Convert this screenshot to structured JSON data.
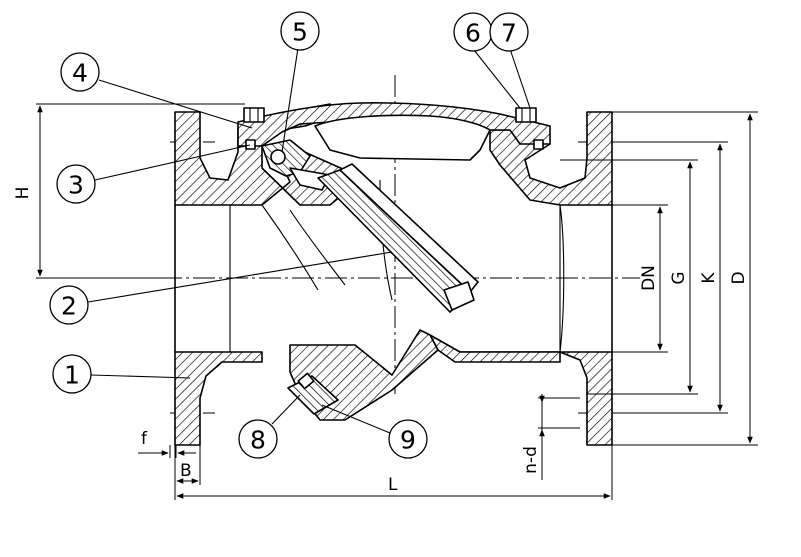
{
  "callouts": [
    "1",
    "2",
    "3",
    "4",
    "5",
    "6",
    "7",
    "8",
    "9"
  ],
  "dimensions": {
    "H": "H",
    "DN": "DN",
    "G": "G",
    "K": "K",
    "D": "D",
    "f": "f",
    "B": "B",
    "L": "L",
    "nd": "n-d"
  }
}
